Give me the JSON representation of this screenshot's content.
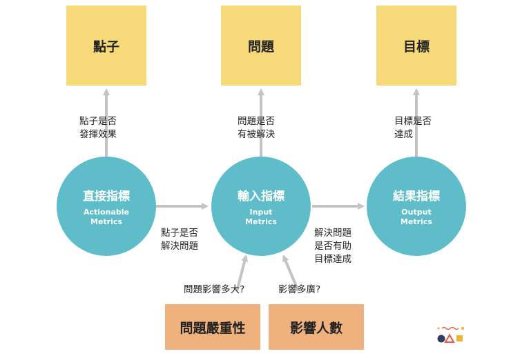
{
  "top_boxes": {
    "left": "點子",
    "middle": "問題",
    "right": "目標"
  },
  "circles": {
    "actionable": {
      "zh": "直接指標",
      "en_1": "Actionable",
      "en_2": "Metrics"
    },
    "input": {
      "zh": "輸入指標",
      "en_1": "Input",
      "en_2": "Metrics"
    },
    "output": {
      "zh": "結果指標",
      "en_1": "Output",
      "en_2": "Metrics"
    }
  },
  "labels": {
    "up_left": {
      "line1": "點子是否",
      "line2": "發揮效果"
    },
    "up_middle": {
      "line1": "問題是否",
      "line2": "有被解決"
    },
    "up_right": {
      "line1": "目標是否",
      "line2": "達成"
    },
    "right_1": {
      "line1": "點子是否",
      "line2": "解決問題"
    },
    "right_2": {
      "line1": "解決問題",
      "line2": "是否有助",
      "line3": "目標達成"
    },
    "bottom_left": "問題影響多大?",
    "bottom_right": "影響多廣?"
  },
  "bottom_boxes": {
    "left": "問題嚴重性",
    "right": "影響人數"
  },
  "colors": {
    "yellow_box": "#f6d978",
    "orange_box": "#efb27f",
    "circle": "#5fbdc9",
    "arrow": "#c4c4c4"
  },
  "icons": {
    "logo": "shapes-logo-icon"
  }
}
